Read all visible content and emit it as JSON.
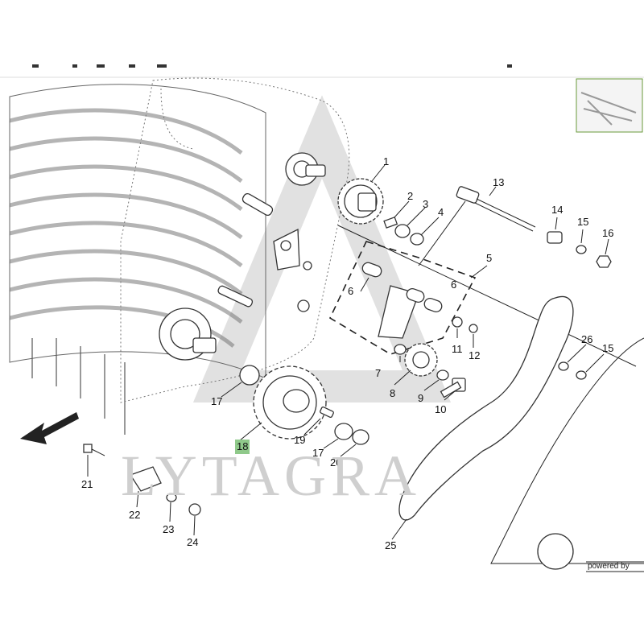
{
  "diagram": {
    "watermark": "LYTAGRA",
    "powered_by": "powered by",
    "highlighted_callout": "18",
    "callouts": [
      "1",
      "2",
      "3",
      "4",
      "5",
      "6",
      "6",
      "7",
      "8",
      "9",
      "10",
      "11",
      "12",
      "13",
      "14",
      "15",
      "15",
      "16",
      "17",
      "17",
      "18",
      "19",
      "20",
      "21",
      "22",
      "23",
      "24",
      "25",
      "26"
    ]
  },
  "colors": {
    "highlight": "#8fc98a",
    "line": "#222222",
    "watermark": "#cfcfcf",
    "thumbnail_border": "#6a9a3a"
  },
  "icons": {
    "direction_arrow": "dashed-arrow-icon",
    "overview": "overview-thumbnail"
  }
}
